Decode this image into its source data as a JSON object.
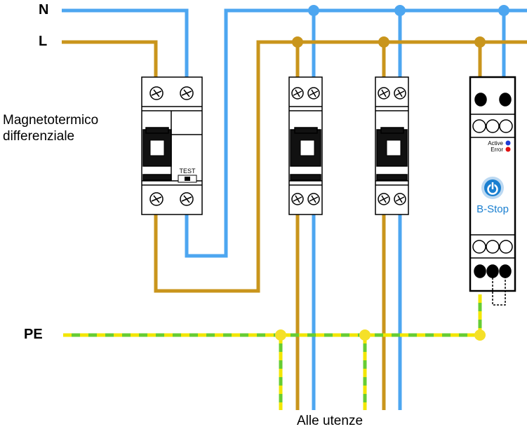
{
  "labels": {
    "neutral": "N",
    "line": "L",
    "earth": "PE",
    "rcbo_line1": "Magnetotermico",
    "rcbo_line2": "differenziale",
    "test": "TEST",
    "loads": "Alle utenze"
  },
  "device": {
    "active": "Active",
    "error": "Error",
    "brand": "B-Stop"
  },
  "colors": {
    "neutral": "#4da6f0",
    "line": "#c9951c",
    "earth_green": "#66cc33",
    "earth_yellow": "#f2e600",
    "junction_yellow": "#f5e028",
    "active_led": "#1f3bd6",
    "error_led": "#e01010",
    "brand_blue": "#1a7fd0"
  }
}
